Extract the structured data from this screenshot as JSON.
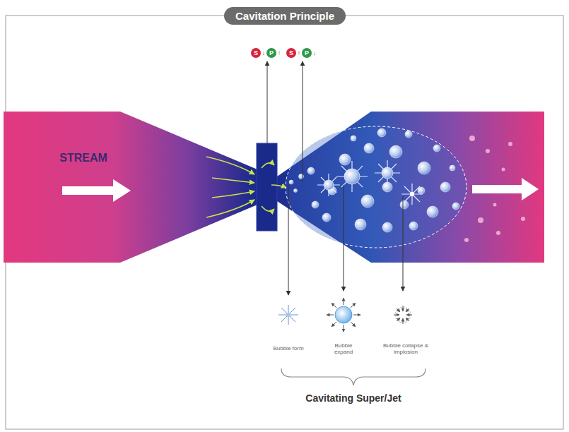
{
  "diagram": {
    "title": "Cavitation Principle",
    "labels": [
      "STREAM",
      "S",
      "↓",
      "P",
      "↑",
      "S",
      "↑",
      "P",
      "↓",
      "Bubble form",
      "Bubble expand",
      "Bubble collapse & implosion",
      "Cavitating Super/Jet"
    ]
  }
}
